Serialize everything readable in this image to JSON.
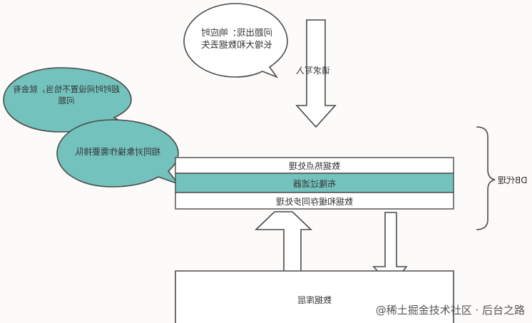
{
  "colors": {
    "background": "#fdfbf9",
    "teal": "#73c2bd",
    "stroke": "#4a4a4a",
    "bubble_fill": "#ffffff"
  },
  "bubbles": {
    "top": "问题出现：响应时长增大和数据丢失",
    "left_top": "超时时间设置不恰当，就会有问题",
    "left_bottom": "相同对象操作需要排队"
  },
  "labels": {
    "request_in": "请求写入",
    "layer1": "数据热点处理",
    "layer2": "布隆过滤器",
    "layer3": "数据和缓存同步处理",
    "db_proxy": "DB代理",
    "storage": "数据库层"
  },
  "watermark": "@稀土掘金技术社区 · 后台之路"
}
